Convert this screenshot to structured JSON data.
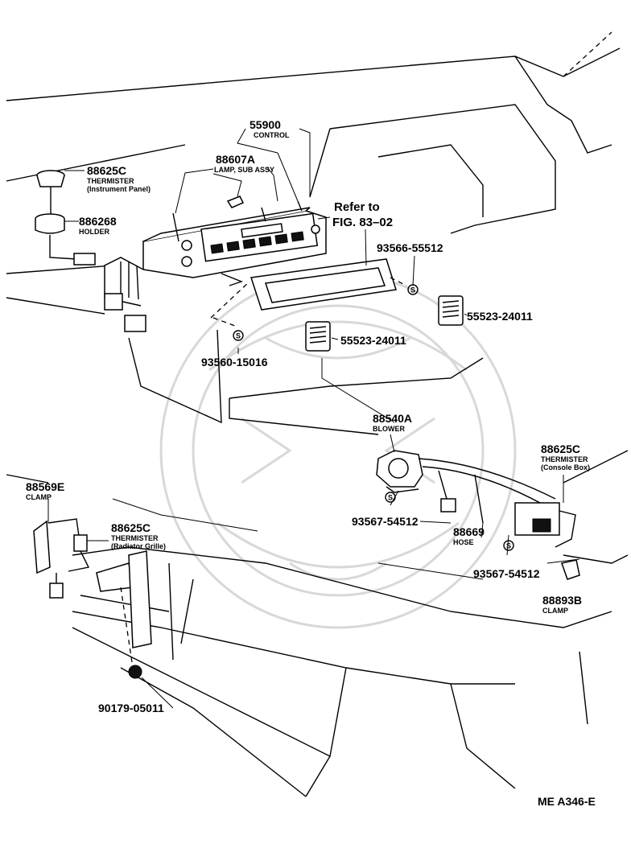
{
  "labels": {
    "control_num": "55900",
    "control_desc": "CONTROL",
    "lamp_num": "88607A",
    "lamp_desc": "LAMP, SUB ASSY",
    "therm_panel_num": "88625C",
    "therm_panel_desc1": "THERMISTER",
    "therm_panel_desc2": "(Instrument Panel)",
    "holder_num": "886268",
    "holder_desc": "HOLDER",
    "refer_line1": "Refer to",
    "refer_line2": "FIG. 83–02",
    "screw_9356655512": "93566-55512",
    "knob_right": "55523-24011",
    "knob_center": "55523-24011",
    "screw_9356015016": "93560-15016",
    "blower_num": "88540A",
    "blower_desc": "BLOWER",
    "therm_console_num": "88625C",
    "therm_console_desc1": "THERMISTER",
    "therm_console_desc2": "(Console Box)",
    "clamp_left_num": "88569E",
    "clamp_left_desc": "CLAMP",
    "therm_grille_num": "88625C",
    "therm_grille_desc1": "THERMISTER",
    "therm_grille_desc2": "(Radiator Grille)",
    "screw_9356754512_a": "93567-54512",
    "hose_num": "88669",
    "hose_desc": "HOSE",
    "screw_9356754512_b": "93567-54512",
    "clamp_right_num": "88893B",
    "clamp_right_desc": "CLAMP",
    "nut_num": "90179-05011",
    "figure_code": "ME A346-E",
    "s_marker": "S"
  }
}
